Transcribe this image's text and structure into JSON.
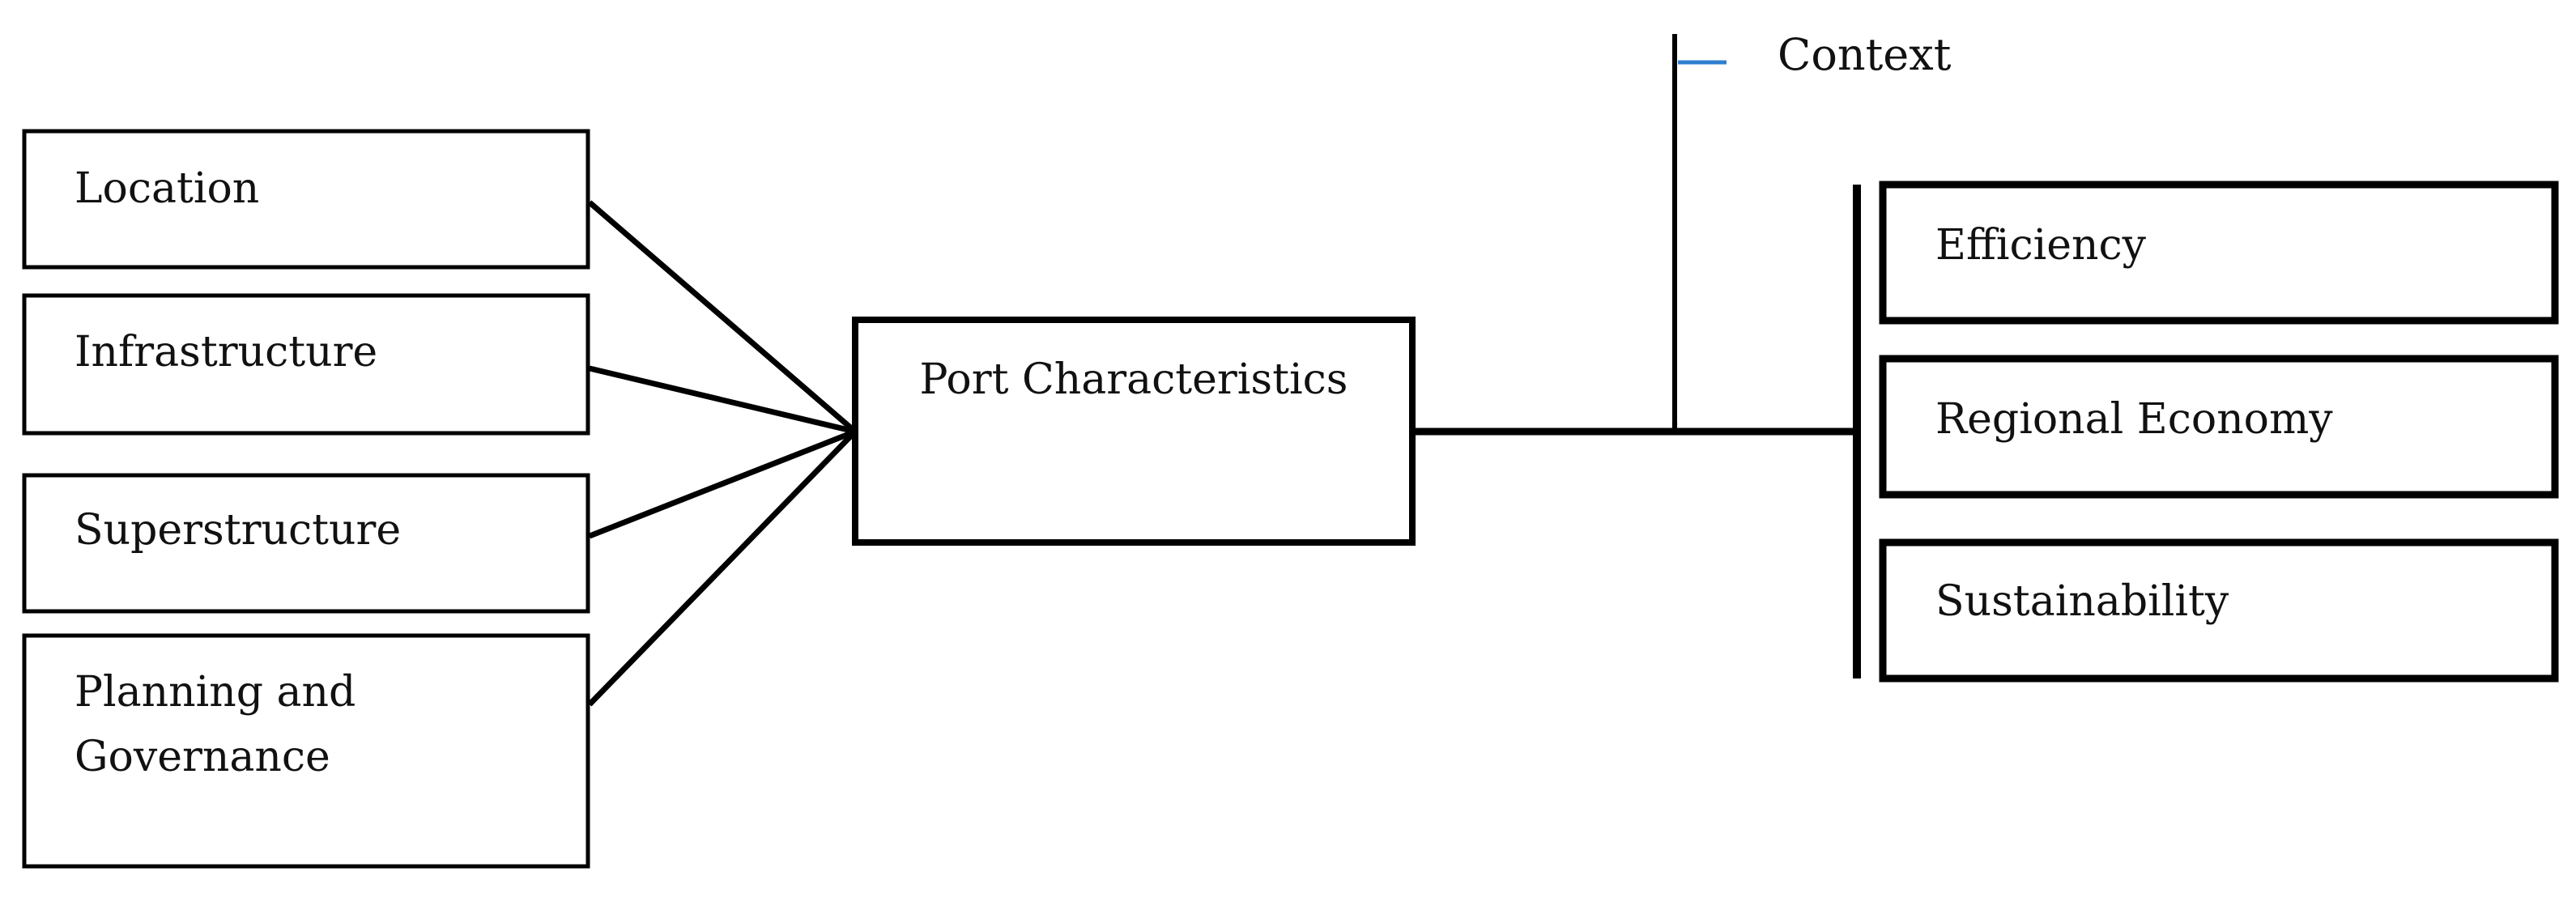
{
  "diagram": {
    "center": {
      "label": "Port Characteristics"
    },
    "characteristics": [
      {
        "label_lines": [
          "Location"
        ]
      },
      {
        "label_lines": [
          "Infrastructure"
        ]
      },
      {
        "label_lines": [
          "Superstructure"
        ]
      },
      {
        "label_lines": [
          "Planning and",
          "Governance"
        ]
      }
    ],
    "context": {
      "label": "Context",
      "tick_color": "#2f7fd0"
    },
    "outcomes": [
      {
        "label": "Efficiency"
      },
      {
        "label": "Regional Economy"
      },
      {
        "label": "Sustainability"
      }
    ]
  }
}
